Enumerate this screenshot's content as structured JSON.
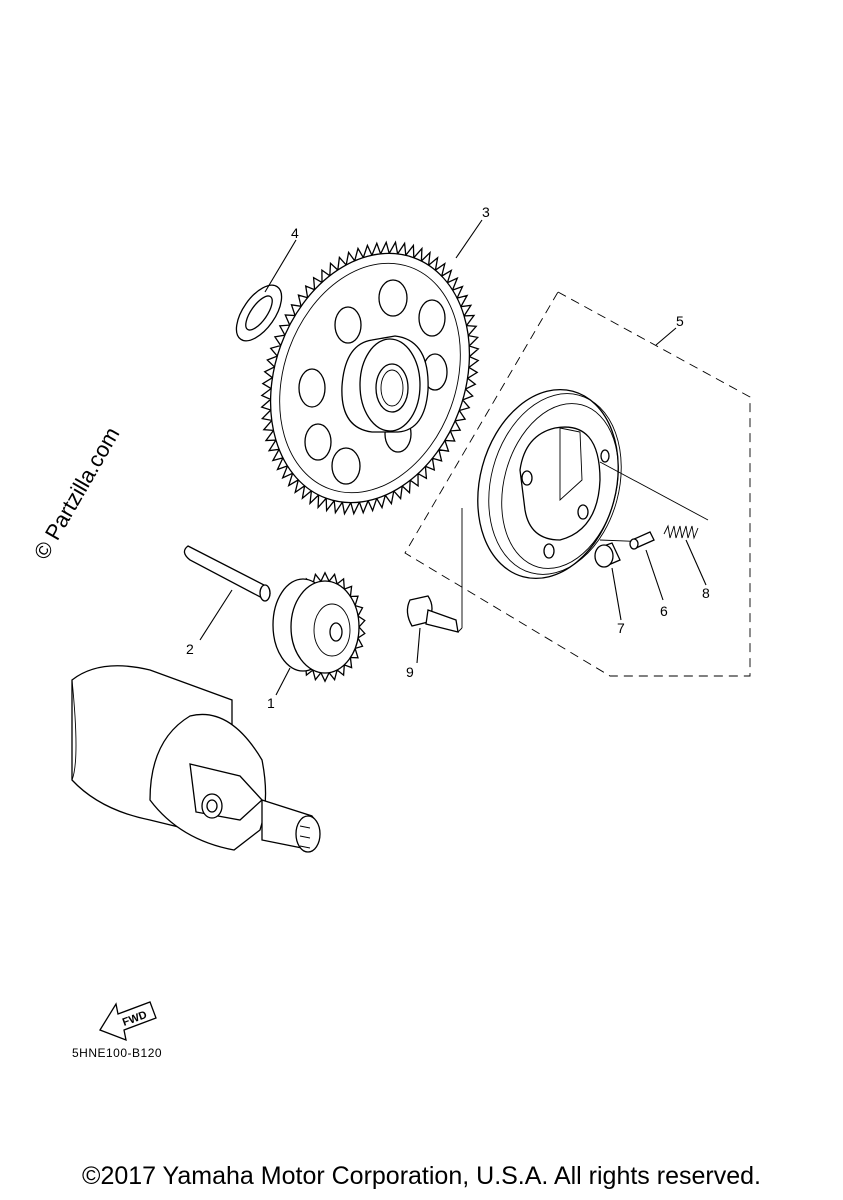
{
  "watermark": "© Partzilla.com",
  "diagram_code": "5HNE100-B120",
  "fwd_label": "FWD",
  "copyright": "©2017 Yamaha Motor Corporation, U.S.A. All rights reserved.",
  "callouts": {
    "c1": "1",
    "c2": "2",
    "c3": "3",
    "c4": "4",
    "c5": "5",
    "c6": "6",
    "c7": "7",
    "c8": "8",
    "c9": "9"
  }
}
